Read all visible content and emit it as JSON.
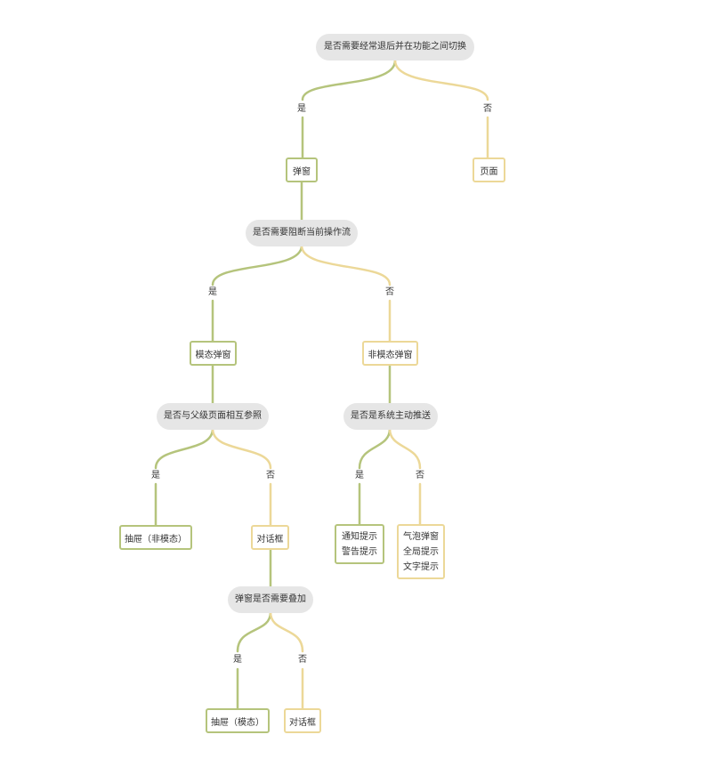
{
  "colors": {
    "yes_branch": "#b5c47c",
    "no_branch": "#ecd898",
    "question_bg": "#e6e6e6"
  },
  "tree": {
    "q1": "是否需要经常退后并在功能之间切换",
    "q1_yes": "是",
    "q1_no": "否",
    "popup": "弹窗",
    "page": "页面",
    "q2": "是否需要阻断当前操作流",
    "q2_yes": "是",
    "q2_no": "否",
    "modal": "模态弹窗",
    "nonmodal": "非模态弹窗",
    "q3": "是否与父级页面相互参照",
    "q3_yes": "是",
    "q3_no": "否",
    "drawer_nonmodal": "抽屉（非模态）",
    "dialog1": "对话框",
    "q4": "是否是系统主动推送",
    "q4_yes": "是",
    "q4_no": "否",
    "notice_lines": [
      "通知提示",
      "警告提示"
    ],
    "bubble_lines": [
      "气泡弹窗",
      "全局提示",
      "文字提示"
    ],
    "q5": "弹窗是否需要叠加",
    "q5_yes": "是",
    "q5_no": "否",
    "drawer_modal": "抽屉（模态）",
    "dialog2": "对话框"
  }
}
